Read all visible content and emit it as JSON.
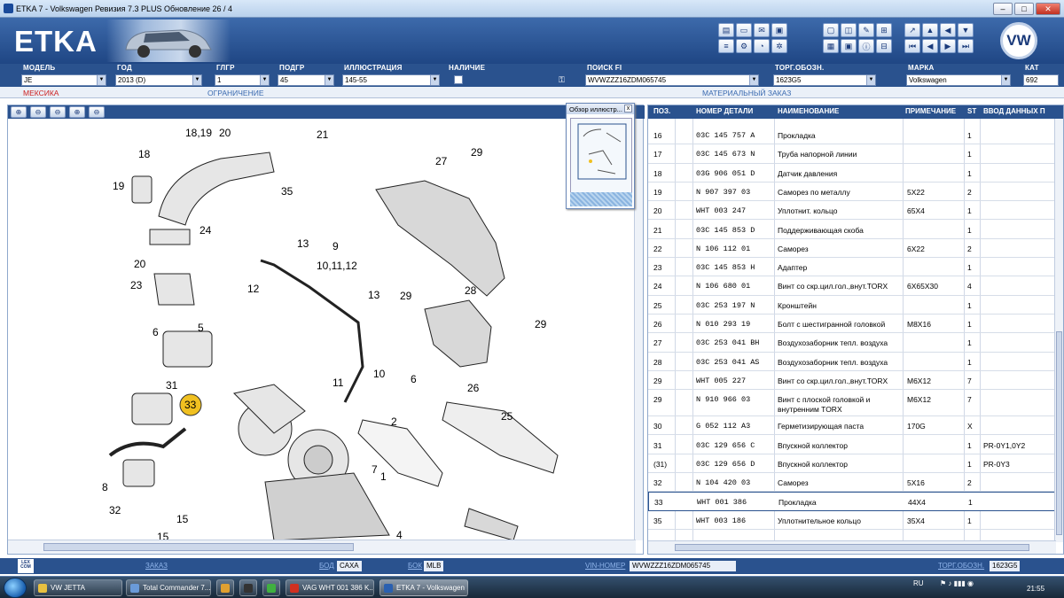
{
  "window": {
    "title": "ETKA 7 - Volkswagen Ревизия 7.3 PLUS Обновление 26 / 4",
    "min": "–",
    "max": "□",
    "close": "✕"
  },
  "header": {
    "logo": "ETKA",
    "vw": "VW"
  },
  "fields": {
    "model_label": "МОДЕЛЬ",
    "model_value": "JE",
    "year_label": "ГОД",
    "year_value": "2013 (D)",
    "group_label": "ГЛГР",
    "group_value": "1",
    "subgroup_label": "ПОДГР",
    "subgroup_value": "45",
    "illustration_label": "ИЛЛЮСТРАЦИЯ",
    "illustration_value": "145-55",
    "availability_label": "НАЛИЧИЕ",
    "search_label": "ПОИСК FI",
    "search_value": "WVWZZZ16ZDM065745",
    "trade_label": "ТОРГ.ОБОЗН.",
    "trade_value": "1623G5",
    "brand_label": "МАРКА",
    "brand_value": "Volkswagen",
    "cat_label": "КАТ",
    "cat_value": "692"
  },
  "subrow": {
    "market": "МЕКСИКА",
    "restriction": "ОГРАНИЧЕНИЕ",
    "order": "МАТЕРИАЛЬНЫЙ ЗАКАЗ"
  },
  "zoom": {
    "z1": "⊕",
    "z2": "⊖",
    "z3": "⊖",
    "z4": "⊕",
    "z5": "⊖"
  },
  "overview": {
    "title": "Обзор иллюстр...",
    "close": "x"
  },
  "diagram": {
    "labels": [
      "18,19",
      "20",
      "21",
      "18",
      "29",
      "35",
      "27",
      "19",
      "24",
      "13",
      "9",
      "10,11,12",
      "20",
      "23",
      "12",
      "29",
      "13",
      "28",
      "29",
      "5",
      "6",
      "31",
      "33",
      "6",
      "26",
      "11",
      "10",
      "2",
      "25",
      "8",
      "7",
      "32",
      "15",
      "15",
      "4",
      "1"
    ]
  },
  "table": {
    "headers": {
      "pos": "ПОЗ.",
      "part": "НОМЕР ДЕТАЛИ",
      "name": "НАИМЕНОВАНИЕ",
      "note": "ПРИМЕЧАНИЕ",
      "st": "ST",
      "input": "ВВОД ДАННЫХ П"
    },
    "rows": [
      {
        "pos": "16",
        "part": "03C 145 757 A",
        "name": "Прокладка",
        "note": "",
        "st": "1",
        "input": ""
      },
      {
        "pos": "17",
        "part": "03C 145 673 N",
        "name": "Труба напорной линии",
        "note": "",
        "st": "1",
        "input": ""
      },
      {
        "pos": "18",
        "part": "03G 906 051 D",
        "name": "Датчик давления",
        "note": "",
        "st": "1",
        "input": ""
      },
      {
        "pos": "19",
        "part": "N   907 397 03",
        "name": "Саморез по металлу",
        "note": "5X22",
        "st": "2",
        "input": ""
      },
      {
        "pos": "20",
        "part": "WHT 003 247",
        "name": "Уплотнит. кольцо",
        "note": "65X4",
        "st": "1",
        "input": ""
      },
      {
        "pos": "21",
        "part": "03C 145 853 D",
        "name": "Поддерживающая скоба",
        "note": "",
        "st": "1",
        "input": ""
      },
      {
        "pos": "22",
        "part": "N   106 112 01",
        "name": "Саморез",
        "note": "6X22",
        "st": "2",
        "input": ""
      },
      {
        "pos": "23",
        "part": "03C 145 853 H",
        "name": "Адаптер",
        "note": "",
        "st": "1",
        "input": ""
      },
      {
        "pos": "24",
        "part": "N   106 680 01",
        "name": "Винт со скр.цил.гол.,внут.TORX",
        "note": "6X65X30",
        "st": "4",
        "input": ""
      },
      {
        "pos": "25",
        "part": "03C 253 197 N",
        "name": "Кронштейн",
        "note": "",
        "st": "1",
        "input": ""
      },
      {
        "pos": "26",
        "part": "N   010 293 19",
        "name": "Болт с шестигранной головкой",
        "note": "M8X16",
        "st": "1",
        "input": ""
      },
      {
        "pos": "27",
        "part": "03C 253 041 BH",
        "name": "Воздухозаборник тепл. воздуха",
        "note": "",
        "st": "1",
        "input": ""
      },
      {
        "pos": "28",
        "part": "03C 253 041 AS",
        "name": "Воздухозаборник тепл. воздуха",
        "note": "",
        "st": "1",
        "input": ""
      },
      {
        "pos": "29",
        "part": "WHT 005 227",
        "name": "Винт со скр.цил.гол.,внут.TORX",
        "note": "M6X12",
        "st": "7",
        "input": ""
      },
      {
        "pos": "29",
        "part": "N   910 966 03",
        "name": "Винт с плоской головкой и",
        "name2": "внутренним TORX",
        "note": "M6X12",
        "st": "7",
        "input": ""
      },
      {
        "pos": "30",
        "part": "G   052 112 A3",
        "name": "Герметизирующая паста",
        "note": "170G",
        "st": "X",
        "input": ""
      },
      {
        "pos": "31",
        "part": "03C 129 656 C",
        "name": "Впускной коллектор",
        "note": "",
        "st": "1",
        "input": "PR-0Y1,0Y2"
      },
      {
        "pos": "(31)",
        "part": "03C 129 656 D",
        "name": "Впускной коллектор",
        "note": "",
        "st": "1",
        "input": "PR-0Y3"
      },
      {
        "pos": "32",
        "part": "N   104 420 03",
        "name": "Саморез",
        "note": "5X16",
        "st": "2",
        "input": ""
      },
      {
        "pos": "33",
        "part": "WHT 001 386",
        "name": "Прокладка",
        "note": "44X4",
        "st": "1",
        "input": ""
      },
      {
        "pos": "35",
        "part": "WHT 003 186",
        "name": "Уплотнительное кольцо",
        "note": "35X4",
        "st": "1",
        "input": ""
      }
    ]
  },
  "status": {
    "lexcom": "LEX COM",
    "order_label": "ЗАКАЗ",
    "bod_label": "БОД",
    "bod_value": "САХА",
    "bok_label": "БОК",
    "bok_value": "MLB",
    "vin_label": "VIN-НОМЕР",
    "vin_value": "WVWZZZ16ZDM065745",
    "trade_label": "ТОРГ.ОБОЗН.",
    "trade_value": "1623G5"
  },
  "taskbar": {
    "tasks": [
      "VW JETTA",
      "Total Commander 7....",
      "VAG WHT 001 386 K...",
      "ETKA 7 - Volkswagen"
    ],
    "lang": "RU",
    "time": "21:55"
  },
  "colors": {
    "header_blue": "#2a528e",
    "highlight": "#f0c020",
    "market_red": "#cc2020"
  }
}
